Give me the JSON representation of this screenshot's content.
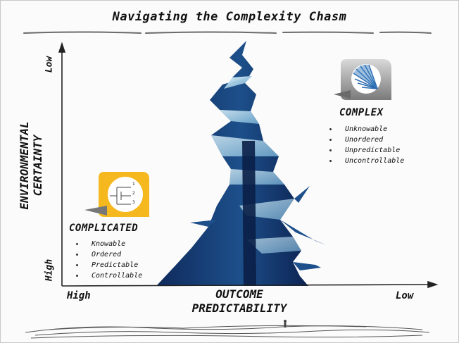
{
  "title": "Navigating the Complexity Chasm",
  "y_axis": {
    "label_line1": "ENVIRONMENTAL",
    "label_line2": "CERTAINTY",
    "top": "Low",
    "bottom": "High"
  },
  "x_axis": {
    "label_line1": "OUTCOME",
    "label_line2": "PREDICTABILITY",
    "left": "High",
    "right": "Low"
  },
  "complex": {
    "heading": "COMPLEX",
    "items": [
      "Unknowable",
      "Unordered",
      "Unpredictable",
      "Uncontrollable"
    ],
    "icon_name": "fan-diagram-icon",
    "color": "#8a8a8a"
  },
  "complicated": {
    "heading": "COMPLICATED",
    "items": [
      "Knowable",
      "Ordered",
      "Predictable",
      "Controllable"
    ],
    "icon_name": "tree-diagram-icon",
    "color": "#f5b81e",
    "icon_labels": [
      "1",
      "2",
      "3"
    ]
  },
  "colors": {
    "chasm_dark": "#0f2a5c",
    "chasm_light": "#a9d4e8"
  }
}
